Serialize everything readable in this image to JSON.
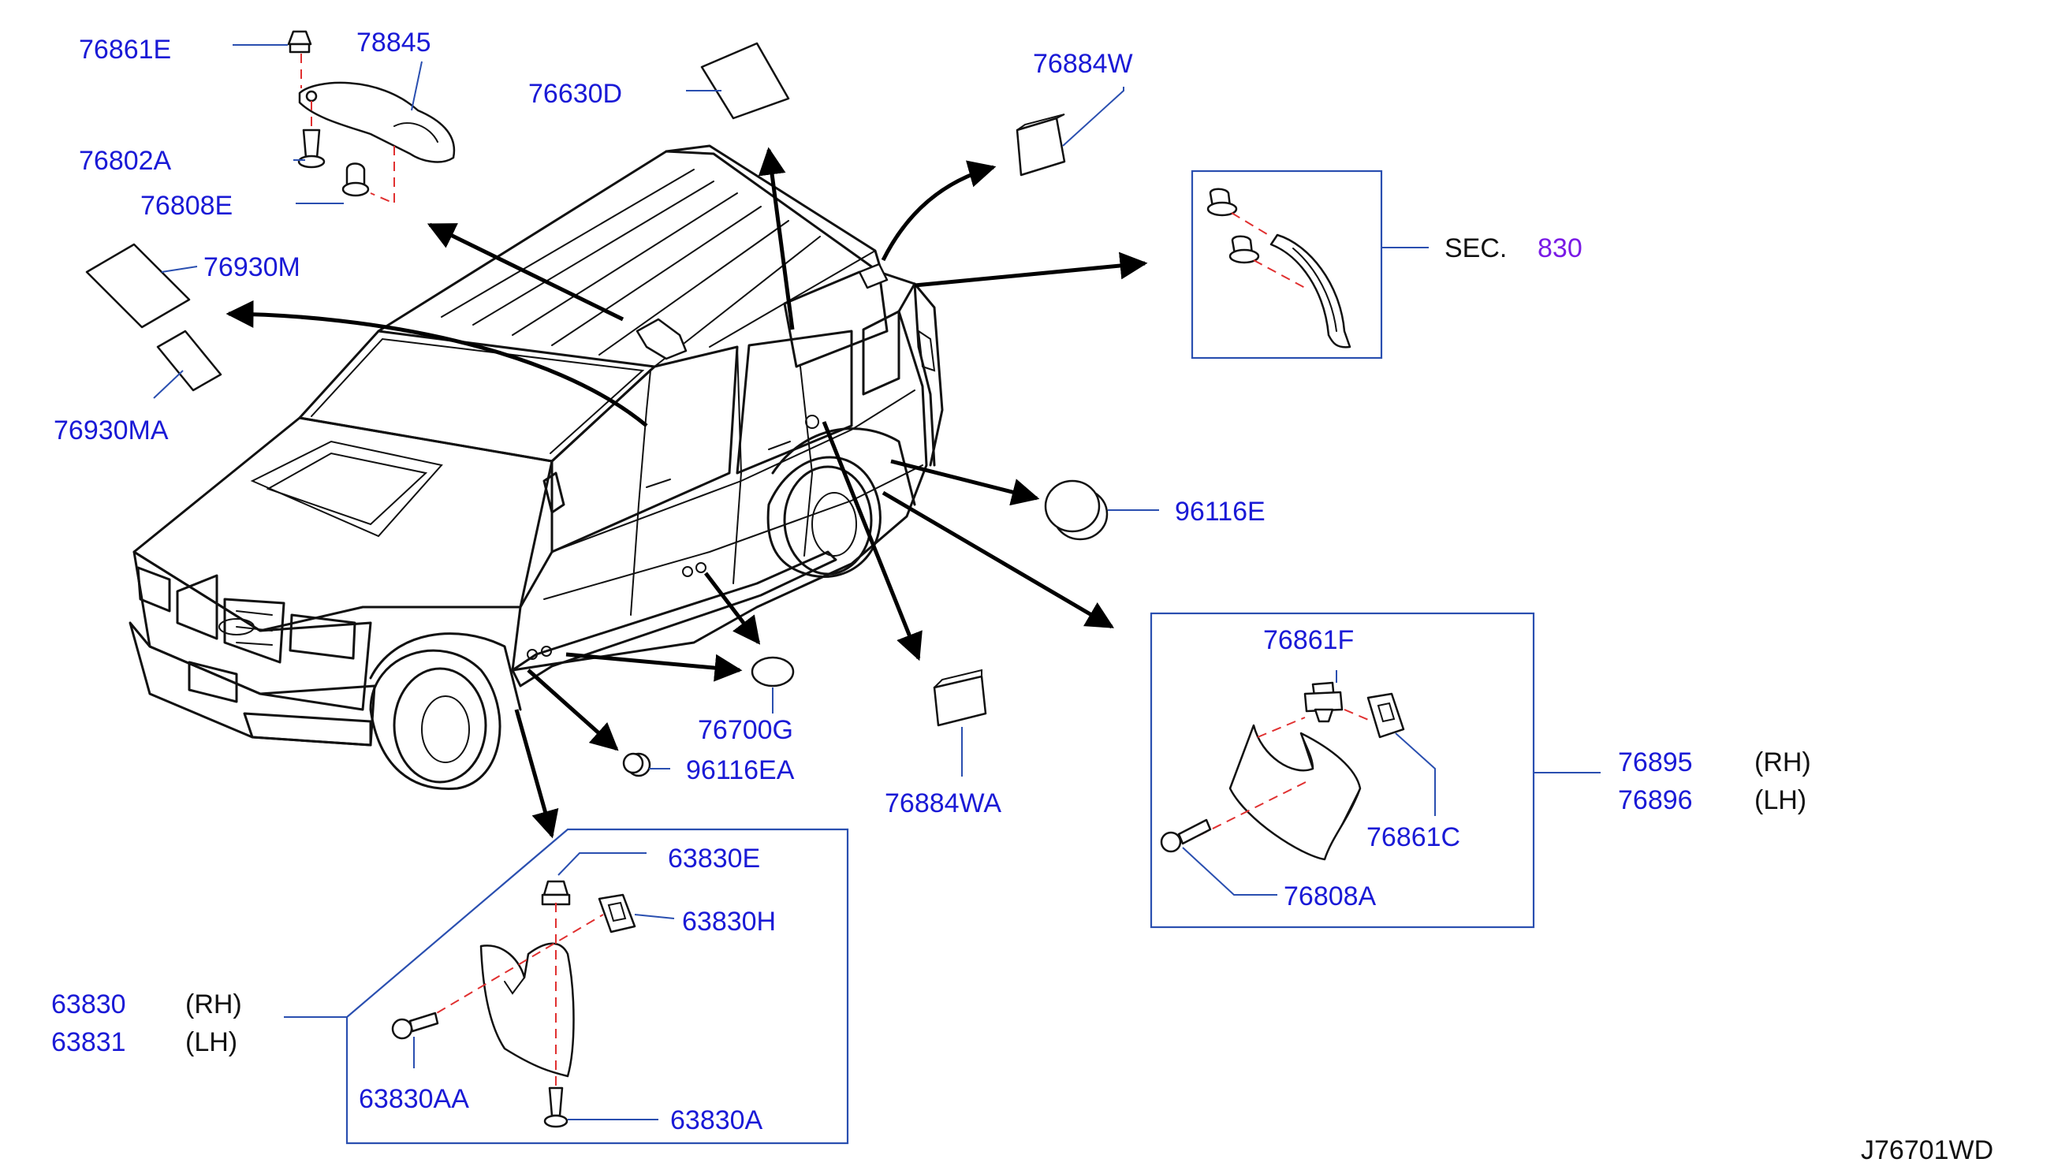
{
  "labels": {
    "p76861E": "76861E",
    "p78845": "78845",
    "p76630D": "76630D",
    "p76884W": "76884W",
    "p76802A": "76802A",
    "p76808E": "76808E",
    "p76930M": "76930M",
    "p76930MA": "76930MA",
    "sec": "SEC.",
    "sec_num": "830",
    "p96116E": "96116E",
    "p76700G": "76700G",
    "p96116EA": "96116EA",
    "p76884WA": "76884WA",
    "p76861F": "76861F",
    "p76895": "76895",
    "p76896": "76896",
    "p76861C": "76861C",
    "p76808A": "76808A",
    "p63830E": "63830E",
    "p63830H": "63830H",
    "p63830": "63830",
    "p63831": "63831",
    "p63830AA": "63830AA",
    "p63830A": "63830A",
    "rh": "(RH)",
    "lh": "(LH)",
    "diagram_code": "J76701WD"
  }
}
